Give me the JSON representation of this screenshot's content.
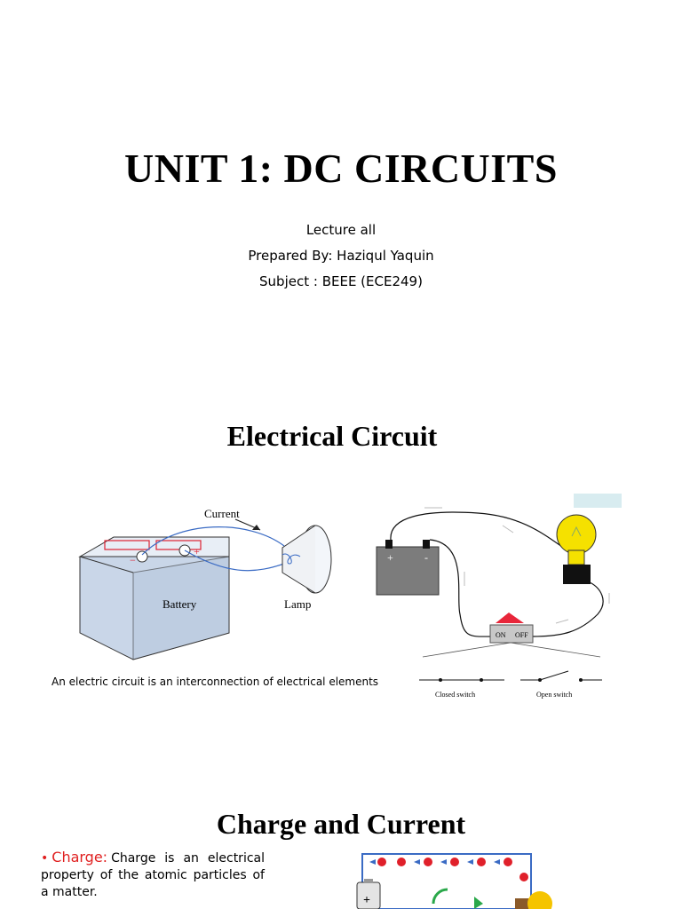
{
  "slide1": {
    "title": "UNIT 1: DC CIRCUITS",
    "lines": [
      "Lecture all",
      "Prepared By: Haziqul Yaquin",
      "Subject : BEEE (ECE249)"
    ]
  },
  "slide2": {
    "title": "Electrical Circuit",
    "figure_left": {
      "label_current": "Current",
      "label_battery": "Battery",
      "label_lamp": "Lamp"
    },
    "figure_right": {
      "plus": "+",
      "minus": "-",
      "switch_on": "ON",
      "switch_off": "OFF",
      "closed_switch": "Closed switch",
      "open_switch": "Open switch"
    },
    "caption": "An electric circuit is an interconnection of electrical elements"
  },
  "slide3": {
    "title": "Charge and Current",
    "bullet_term": "Charge:",
    "bullet_text": "Charge is an electrical property of the atomic particles of a matter.",
    "figure": {
      "plus": "+"
    }
  }
}
